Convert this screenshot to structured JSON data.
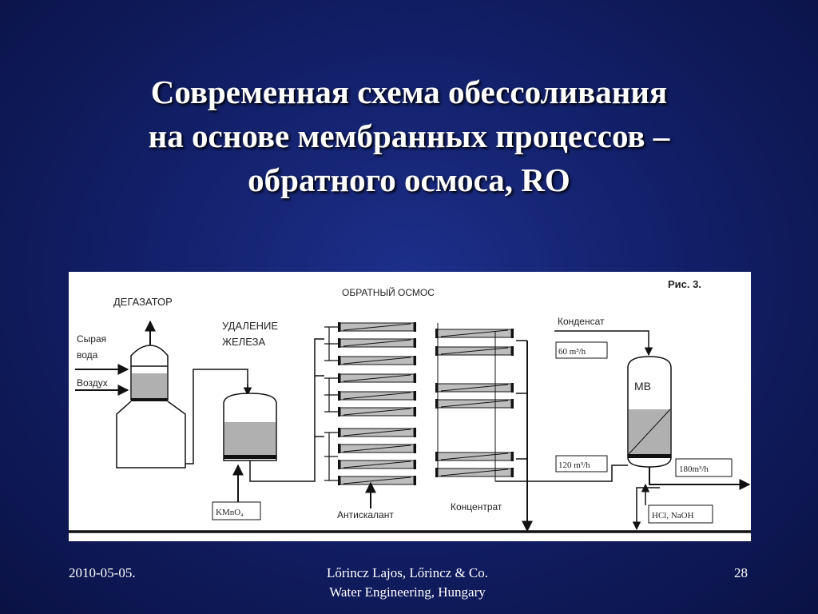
{
  "slide": {
    "title_lines": [
      "Современная схема обессоливания",
      "на основе мембранных процессов –",
      "обратного осмоса, RO"
    ],
    "footer": {
      "date": "2010-05-05.",
      "credit_line1": "Lőrincz Lajos, Lőrincz & Co.",
      "credit_line2": "Water Engineering, Hungary",
      "page": "28"
    }
  },
  "diagram": {
    "fig_label": "Рис. 3.",
    "degasser": "ДЕГАЗАТОР",
    "raw_water_1": "Сырая",
    "raw_water_2": "вода",
    "air": "Воздух",
    "iron_removal_1": "УДАЛЕНИЕ",
    "iron_removal_2": "ЖЕЛЕЗА",
    "kmno4": "KMnO₄",
    "reverse_osmosis": "ОБРАТНЫЙ ОСМОС",
    "antiscalant": "Антискалант",
    "concentrate": "Концентрат",
    "condensate": "Конденсат",
    "flow_60": "60 m³/h",
    "flow_120": "120 m³/h",
    "flow_180": "180m³/h",
    "mb": "MB",
    "hcl_naoh": "HCl, NaOH"
  }
}
